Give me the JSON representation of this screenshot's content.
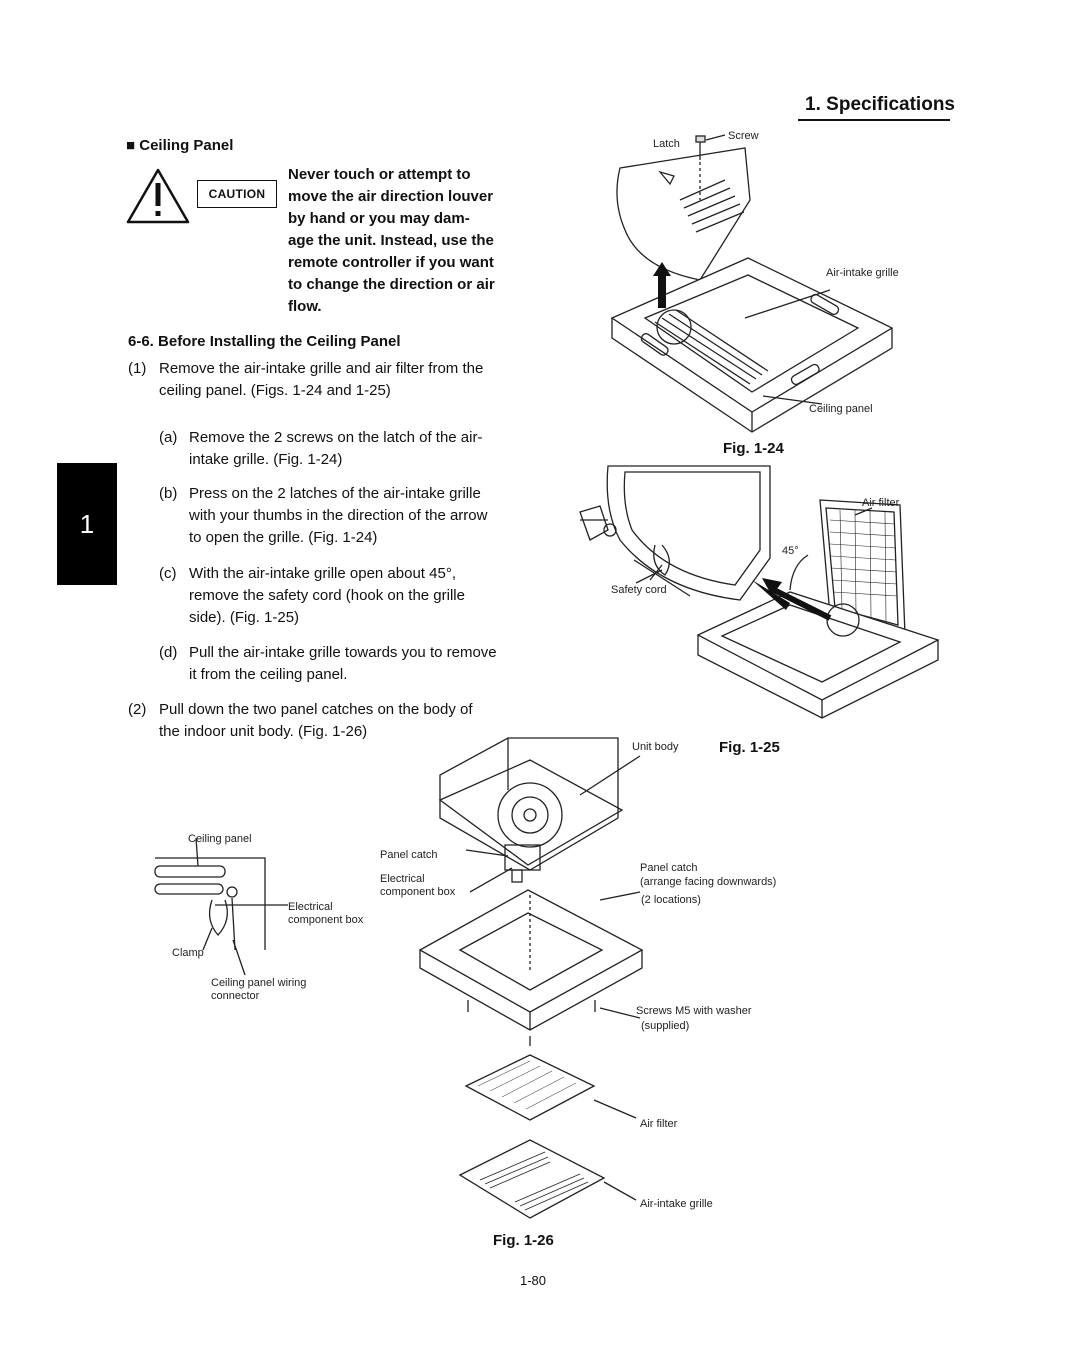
{
  "header": {
    "section_title": "1. Specifications"
  },
  "side_tab": {
    "label": "1"
  },
  "ceiling_panel_heading": "Ceiling Panel",
  "bullet_glyph": "■",
  "caution": {
    "badge": "CAUTION",
    "lines": [
      "Never touch or attempt to",
      "move the air direction louver",
      "by hand or you may dam-",
      "age the unit. Instead, use the",
      "remote controller if you want",
      "to change the direction or air",
      "flow."
    ]
  },
  "subsection_heading": "6-6. Before Installing the Ceiling Panel",
  "steps": [
    {
      "marker": "(1)",
      "lines": [
        "Remove the air-intake grille and air filter from the",
        "ceiling panel. (Figs. 1-24 and 1-25)"
      ]
    },
    {
      "marker": "(a)",
      "lines": [
        "Remove the 2 screws on the latch of the air-",
        "intake grille. (Fig. 1-24)"
      ]
    },
    {
      "marker": "(b)",
      "lines": [
        "Press on the 2 latches of the air-intake grille",
        "with your thumbs in the direction of the arrow",
        "to open the grille. (Fig. 1-24)"
      ]
    },
    {
      "marker": "(c)",
      "lines": [
        "With the air-intake grille open about 45°,",
        "remove the safety cord (hook on the grille",
        "side). (Fig. 1-25)"
      ]
    },
    {
      "marker": "(d)",
      "lines": [
        "Pull the air-intake grille towards you to remove",
        "it from the ceiling panel."
      ]
    },
    {
      "marker": "(2)",
      "lines": [
        "Pull down the two panel catches on the body of",
        "the indoor unit body. (Fig. 1-26)"
      ]
    }
  ],
  "fig24": {
    "title": "Fig. 1-24",
    "labels": {
      "latch": "Latch",
      "screw": "Screw",
      "air_intake_grille": "Air-intake grille",
      "ceiling_panel": "Ceiling panel"
    }
  },
  "fig25": {
    "title": "Fig. 1-25",
    "labels": {
      "air_filter": "Air filter",
      "angle": "45°",
      "safety_cord": "Safety cord"
    }
  },
  "fig26": {
    "title": "Fig. 1-26",
    "labels": {
      "unit_body": "Unit body",
      "ceiling_panel": "Ceiling panel",
      "panel_catch": "Panel catch",
      "electrical_component_box_1": "Electrical",
      "electrical_component_box_2": "component box",
      "electrical_1": "Electrical",
      "electrical_2": "component box",
      "clamp": "Clamp",
      "wiring_connector_1": "Ceiling panel wiring",
      "wiring_connector_2": "connector",
      "panel_catch_right": "Panel catch",
      "arrange_facing": "(arrange facing downwards)",
      "two_locations": "(2 locations)",
      "screws": "Screws M5 with washer",
      "supplied": "(supplied)",
      "air_filter": "Air filter",
      "air_intake_grille": "Air-intake grille"
    }
  },
  "footer": {
    "page_number": "1-80"
  }
}
